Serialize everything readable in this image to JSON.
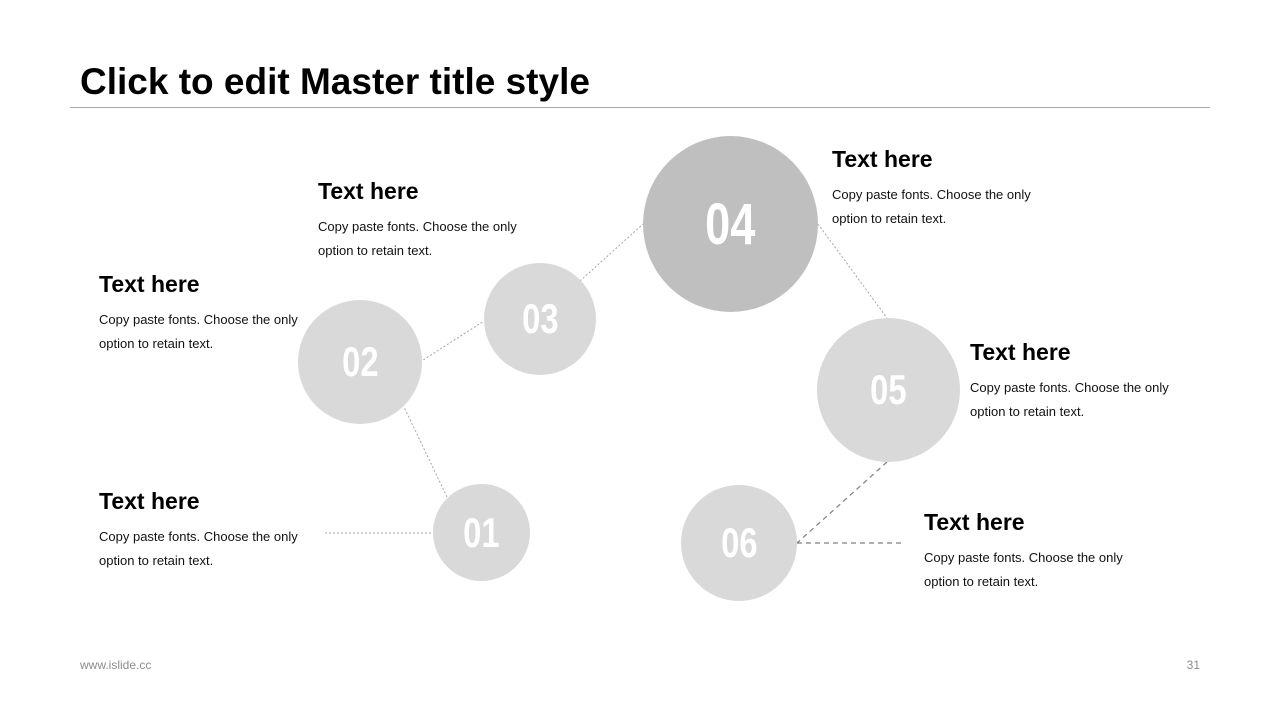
{
  "slide": {
    "title": "Click to edit Master title style",
    "footer_url": "www.islide.cc",
    "page_number": "31"
  },
  "colors": {
    "circle_light": "#d9d9d9",
    "circle_dark": "#bfbfbf",
    "connector": "#a6a6a6"
  },
  "steps": [
    {
      "number": "01",
      "heading": "Text here",
      "body_line1": "Copy paste fonts. Choose the only",
      "body_line2": "option to retain text."
    },
    {
      "number": "02",
      "heading": "Text here",
      "body_line1": "Copy paste fonts. Choose the only",
      "body_line2": "option to retain text."
    },
    {
      "number": "03",
      "heading": "Text here",
      "body_line1": "Copy paste fonts. Choose the only",
      "body_line2": "option to retain text."
    },
    {
      "number": "04",
      "heading": "Text here",
      "body_line1": "Copy paste fonts. Choose the only",
      "body_line2": "option to retain text."
    },
    {
      "number": "05",
      "heading": "Text here",
      "body_line1": "Copy paste fonts. Choose the only",
      "body_line2": "option to retain text."
    },
    {
      "number": "06",
      "heading": "Text here",
      "body_line1": "Copy paste fonts. Choose the only",
      "body_line2": "option to retain text."
    }
  ]
}
